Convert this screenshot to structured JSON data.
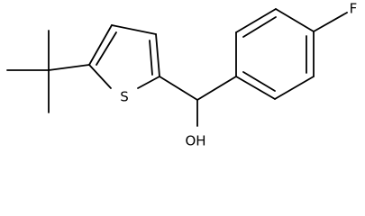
{
  "molecule": {
    "atoms": {
      "sulfur": "S",
      "fluorine": "F",
      "hydroxyl": "OH"
    }
  },
  "colors": {
    "bond": "#000000",
    "label": "#000000",
    "background": "#ffffff"
  }
}
